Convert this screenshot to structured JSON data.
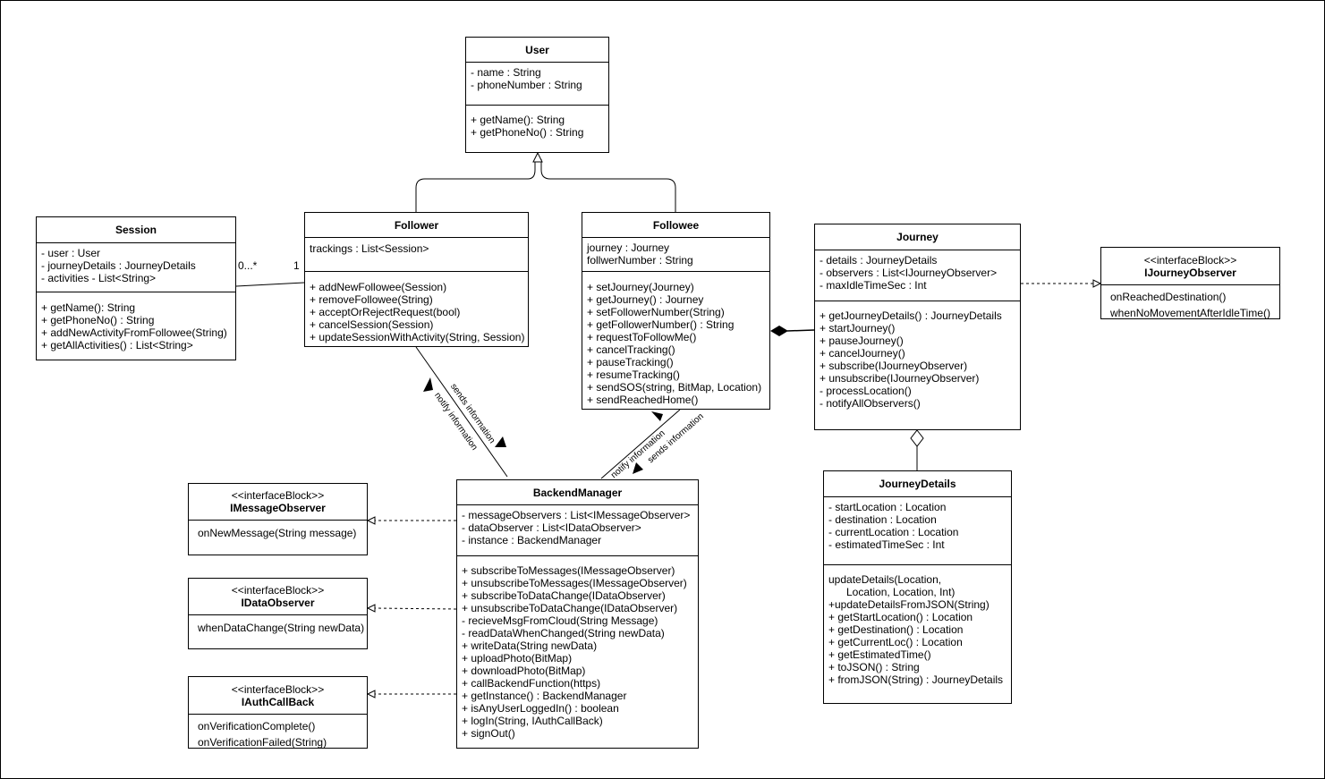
{
  "classes": {
    "user": {
      "name": "User",
      "attributes": [
        "- name : String",
        "- phoneNumber : String"
      ],
      "operations": [
        "+ getName(): String",
        "+ getPhoneNo() : String"
      ]
    },
    "session": {
      "name": "Session",
      "attributes": [
        "- user : User",
        "- journeyDetails : JourneyDetails",
        "- activities - List<String>"
      ],
      "operations": [
        "+ getName(): String",
        "+ getPhoneNo() : String",
        "+ addNewActivityFromFollowee(String)",
        "+ getAllActivities() : List<String>"
      ]
    },
    "follower": {
      "name": "Follower",
      "attributes": [
        "trackings : List<Session>"
      ],
      "operations": [
        "+ addNewFollowee(Session)",
        "+ removeFollowee(String)",
        "+ acceptOrRejectRequest(bool)",
        "+ cancelSession(Session)",
        "+ updateSessionWithActivity(String, Session)"
      ]
    },
    "followee": {
      "name": "Followee",
      "attributes": [
        "journey : Journey",
        "follwerNumber : String"
      ],
      "operations": [
        "+ setJourney(Journey)",
        "+ getJourney() : Journey",
        "+ setFollowerNumber(String)",
        "+ getFollowerNumber() : String",
        "+ requestToFollowMe()",
        "+ cancelTracking()",
        "+ pauseTracking()",
        "+ resumeTracking()",
        "+ sendSOS(string, BitMap, Location)",
        "+ sendReachedHome()"
      ]
    },
    "journey": {
      "name": "Journey",
      "attributes": [
        "- details : JourneyDetails",
        "- observers : List<IJourneyObserver>",
        "- maxIdleTimeSec : Int"
      ],
      "operations": [
        "+ getJourneyDetails() : JourneyDetails",
        "+ startJourney()",
        "+ pauseJourney()",
        "+ cancelJourney()",
        "+ subscribe(IJourneyObserver)",
        "+ unsubscribe(IJourneyObserver)",
        "- processLocation()",
        "- notifyAllObservers()"
      ]
    },
    "ijourneyobserver": {
      "stereotype": "<<interfaceBlock>>",
      "name": "IJourneyObserver",
      "operations": [
        "onReachedDestination()",
        "whenNoMovementAfterIdleTime()"
      ]
    },
    "journeydetails": {
      "name": "JourneyDetails",
      "attributes": [
        "- startLocation : Location",
        "- destination : Location",
        "- currentLocation : Location",
        "- estimatedTimeSec : Int"
      ],
      "operations": [
        "updateDetails(Location,",
        "      Location, Location, Int)",
        "+updateDetailsFromJSON(String)",
        "+ getStartLocation() : Location",
        "+ getDestination() : Location",
        "+ getCurrentLoc() : Location",
        "+ getEstimatedTime()",
        "+ toJSON() : String",
        "+ fromJSON(String) : JourneyDetails"
      ]
    },
    "backendmanager": {
      "name": "BackendManager",
      "attributes": [
        "- messageObservers : List<IMessageObserver>",
        "- dataObserver : List<IDataObserver>",
        "- instance : BackendManager"
      ],
      "operations": [
        "+ subscribeToMessages(IMessageObserver)",
        "+ unsubscribeToMessages(IMessageObserver)",
        "+ subscribeToDataChange(IDataObserver)",
        "+ unsubscribeToDataChange(IDataObserver)",
        "- recieveMsgFromCloud(String Message)",
        "- readDataWhenChanged(String newData)",
        "+ writeData(String newData)",
        "+ uploadPhoto(BitMap)",
        "+ downloadPhoto(BitMap)",
        "+ callBackendFunction(https)",
        "+ getInstance() : BackendManager",
        "+ isAnyUserLoggedIn() : boolean",
        "+ logIn(String, IAuthCallBack)",
        "+ signOut()"
      ]
    },
    "imessageobserver": {
      "stereotype": "<<interfaceBlock>>",
      "name": "IMessageObserver",
      "operations": [
        "onNewMessage(String message)"
      ]
    },
    "idataobserver": {
      "stereotype": "<<interfaceBlock>>",
      "name": "IDataObserver",
      "operations": [
        "whenDataChange(String newData)"
      ]
    },
    "iauthcallback": {
      "stereotype": "<<interfaceBlock>>",
      "name": "IAuthCallBack",
      "operations": [
        "onVerificationComplete()",
        "onVerificationFailed(String)"
      ]
    }
  },
  "associations": {
    "session_multiplicity": "0...*",
    "follower_multiplicity": "1",
    "follower_sends": "sends information",
    "follower_notify": "notify information",
    "followee_notify": "notify information",
    "followee_sends": "sends information"
  }
}
